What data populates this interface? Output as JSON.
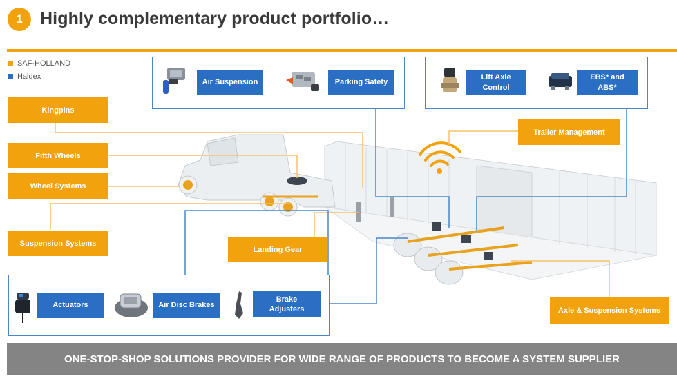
{
  "header": {
    "badge_number": "1",
    "title": "Highly complementary product portfolio…"
  },
  "legend": [
    {
      "label": "SAF-HOLLAND",
      "color": "#f2a20c"
    },
    {
      "label": "Haldex",
      "color": "#2b6fc4"
    }
  ],
  "colors": {
    "saf_holland": "#f2a20c",
    "haldex": "#2b6fc4",
    "footer": "#848484"
  },
  "saf_holland_products": {
    "kingpins": "Kingpins",
    "fifth_wheels": "Fifth Wheels",
    "wheel_systems": "Wheel Systems",
    "suspension_systems": "Suspension Systems",
    "landing_gear": "Landing Gear",
    "trailer_management": "Trailer Management",
    "axle_suspension": "Axle & Suspension Systems"
  },
  "haldex_products": {
    "air_suspension": "Air Suspension",
    "parking_safety": "Parking Safety",
    "lift_axle_line1": "Lift Axle",
    "lift_axle_line2": "Control",
    "ebs_line1": "EBS* and",
    "ebs_line2": "ABS*",
    "actuators": "Actuators",
    "air_disc_brakes": "Air Disc Brakes",
    "brake_adj_line1": "Brake",
    "brake_adj_line2": "Adjusters"
  },
  "footer": {
    "text": "ONE-STOP-SHOP SOLUTIONS PROVIDER FOR WIDE RANGE OF PRODUCTS TO BECOME A SYSTEM SUPPLIER"
  }
}
